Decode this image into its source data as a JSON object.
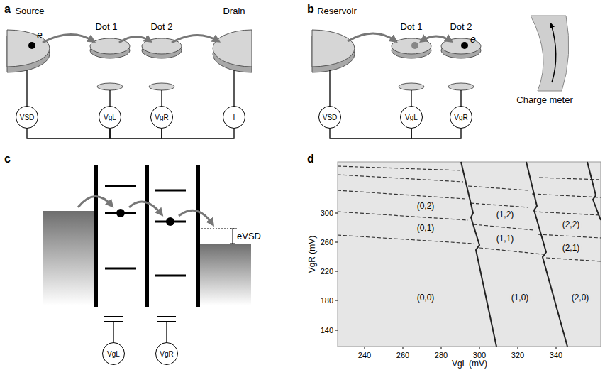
{
  "diagram": {
    "nodes": [
      {
        "text": [
          "VSD"
        ]
      },
      {
        "text": [
          "VgL"
        ]
      },
      {
        "text": [
          "VgR"
        ]
      },
      {
        "text": [
          "I"
        ]
      },
      {
        "text": [
          "VSD"
        ]
      },
      {
        "text": [
          "VgL"
        ]
      },
      {
        "text": [
          "VgR"
        ]
      },
      {
        "text": [
          "VgL"
        ]
      },
      {
        "text": [
          "VgR"
        ]
      }
    ],
    "edges": [
      {
        "from": 0,
        "to": 1,
        "arrow": "none"
      },
      {
        "from": 1,
        "to": 2,
        "arrow": "none"
      },
      {
        "from": 2,
        "to": 3,
        "arrow": "none"
      },
      {
        "from": 4,
        "to": 5,
        "arrow": "none"
      },
      {
        "from": 5,
        "to": 6,
        "arrow": "none"
      }
    ],
    "labels": [
      "a",
      "Source",
      "Dot 1",
      "Dot 2",
      "Drain",
      "e",
      "b",
      "Reservoir",
      "Dot 1",
      "Dot 2",
      "e",
      "Charge meter",
      "c",
      "eVSD",
      "d",
      "300",
      "260",
      "220",
      "180",
      "140",
      "VgR (mV)",
      "240",
      "260",
      "280",
      "300",
      "320",
      "340",
      "VgL (mV)",
      "(0,2)",
      "(1,2)",
      "(2,2)",
      "(0,1)",
      "(1,1)",
      "(2,1)",
      "(0,0)",
      "(1,0)",
      "(2,0)"
    ]
  }
}
